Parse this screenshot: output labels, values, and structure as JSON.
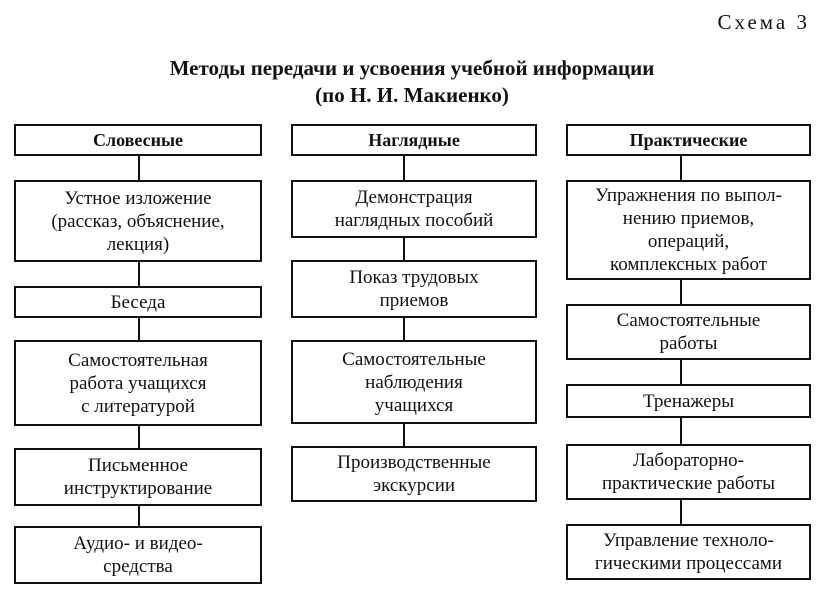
{
  "scheme_label": "Схема 3",
  "title": {
    "line1": "Методы передачи и усвоения учебной информации",
    "line2": "(по Н. И. Макиенко)"
  },
  "columns": [
    {
      "header": "Словесные",
      "items": [
        "Устное изложение\n(рассказ, объяснение,\nлекция)",
        "Беседа",
        "Самостоятельная\nработа учащихся\nс литературой",
        "Письменное\nинструктирование",
        "Аудио- и видео-\nсредства"
      ]
    },
    {
      "header": "Наглядные",
      "items": [
        "Демонстрация\nнаглядных пособий",
        "Показ трудовых\nприемов",
        "Самостоятельные\nнаблюдения\nучащихся",
        "Производственные\nэкскурсии"
      ]
    },
    {
      "header": "Практические",
      "items": [
        "Упражнения по выпол-\nнению приемов,\nопераций,\nкомплексных работ",
        "Самостоятельные\nработы",
        "Тренажеры",
        "Лабораторно-\nпрактические работы",
        "Управление техноло-\nгическими процессами"
      ]
    }
  ]
}
